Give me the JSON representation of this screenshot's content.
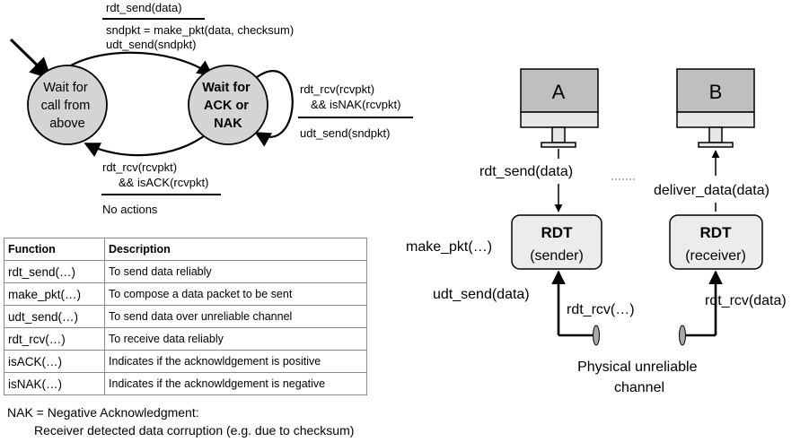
{
  "fsm": {
    "state_wait_call": [
      "Wait for",
      "call from",
      "above"
    ],
    "state_wait_ack": [
      "Wait for",
      "ACK or",
      "NAK"
    ],
    "top_event": "rdt_send(data)",
    "top_actions": [
      "sndpkt = make_pkt(data, checksum)",
      "udt_send(sndpkt)"
    ],
    "self_event": [
      "rdt_rcv(rcvpkt)",
      "&& isNAK(rcvpkt)"
    ],
    "self_action": "udt_send(sndpkt)",
    "bottom_event": [
      "rdt_rcv(rcvpkt)",
      "&& isACK(rcvpkt)"
    ],
    "bottom_action": "No actions"
  },
  "table": {
    "headers": [
      "Function",
      "Description"
    ],
    "rows": [
      [
        "rdt_send(…)",
        "To send data reliably"
      ],
      [
        "make_pkt(…)",
        "To compose a data packet to be sent"
      ],
      [
        "udt_send(…)",
        "To send data over unreliable channel"
      ],
      [
        "rdt_rcv(…)",
        "To receive data reliably"
      ],
      [
        "isACK(…)",
        "Indicates if the acknowldgement is positive"
      ],
      [
        "isNAK(…)",
        "Indicates if the acknowldgement is negative"
      ]
    ]
  },
  "notes": {
    "line1": "NAK = Negative Acknowledgment:",
    "line2": "Receiver detected data corruption (e.g. due to checksum)"
  },
  "network": {
    "host_a": "A",
    "host_b": "B",
    "sender_title": "RDT",
    "sender_sub": "(sender)",
    "receiver_title": "RDT",
    "receiver_sub": "(receiver)",
    "rdt_send_label": "rdt_send(data)",
    "deliver_label": "deliver_data(data)",
    "make_pkt_label": "make_pkt(…)",
    "udt_send_label": "udt_send(data)",
    "rdt_rcv_sender_label": "rdt_rcv(…)",
    "rdt_rcv_receiver_label": "rdt_rcv(data)",
    "channel_label": [
      "Physical unreliable",
      "channel"
    ]
  },
  "colors": {
    "state_fill": "#d4d4d4",
    "box_fill": "#ececec",
    "monitor_fill": "#bfbfbf",
    "stand_fill": "#e6e6e6"
  }
}
